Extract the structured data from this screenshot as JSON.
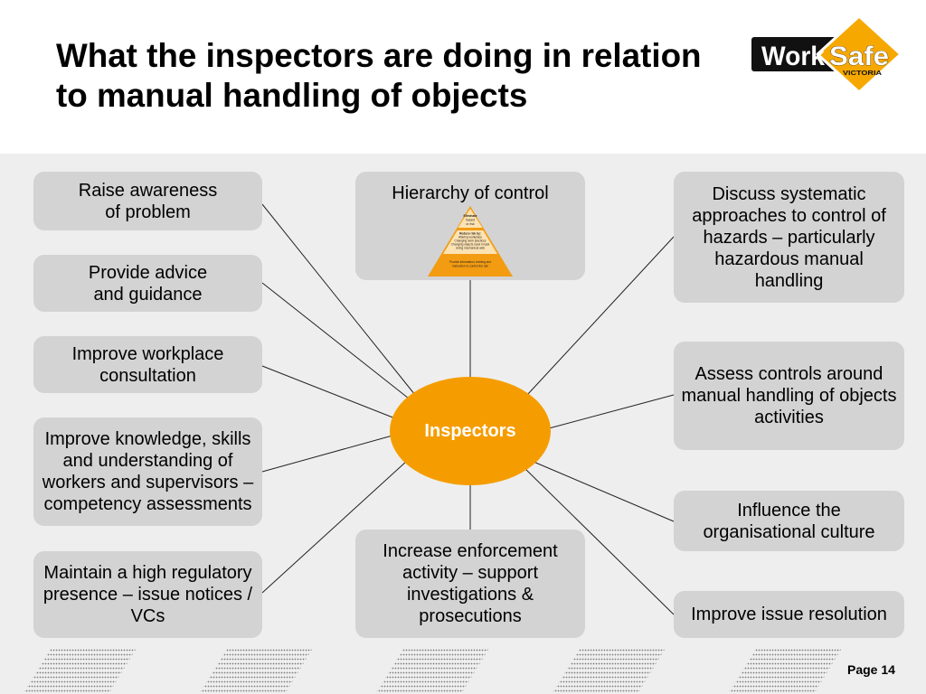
{
  "slide": {
    "title": "What the inspectors are doing in relation\nto manual handling of objects",
    "page_label": "Page 14"
  },
  "logo": {
    "work": "Work",
    "safe": "Safe",
    "region": "VICTORIA"
  },
  "diagram": {
    "hub": {
      "label": "Inspectors"
    },
    "left_nodes": [
      {
        "text": "Raise awareness\nof problem"
      },
      {
        "text": "Provide advice\nand guidance"
      },
      {
        "text": "Improve workplace\nconsultation"
      },
      {
        "text": "Improve knowledge, skills\nand understanding of\nworkers and supervisors –\ncompetency assessments"
      },
      {
        "text": "Maintain a high regulatory\npresence – issue notices /\nVCs"
      }
    ],
    "top_node": {
      "text": "Hierarchy of control",
      "pyramid": {
        "top": [
          "Eliminate",
          "hazard",
          "or risk"
        ],
        "middle": [
          "Reduce risk by:",
          "Altering workplace",
          "Changing work practices",
          "Changing objects used in task",
          "Using mechanical aids"
        ],
        "bottom": [
          "Provide information, training and",
          "instruction to control the risk"
        ]
      }
    },
    "bottom_node": {
      "text": "Increase enforcement\nactivity – support\ninvestigations &\nprosecutions"
    },
    "right_nodes": [
      {
        "text": "Discuss systematic\napproaches to control of\nhazards – particularly\nhazardous manual\nhandling"
      },
      {
        "text": "Assess controls around\nmanual handling of objects\nactivities"
      },
      {
        "text": "Influence the\norganisational culture"
      },
      {
        "text": "Improve issue resolution"
      }
    ]
  },
  "colors": {
    "hub": "#f59d00",
    "node_fill": "#d3d3d3",
    "panel_bg": "#eeeeee",
    "connector": "#222222",
    "logo_black": "#111111",
    "logo_amber": "#f6a800",
    "pyramid_orange": "#f39c12",
    "pyramid_light": "#fde3b3"
  }
}
